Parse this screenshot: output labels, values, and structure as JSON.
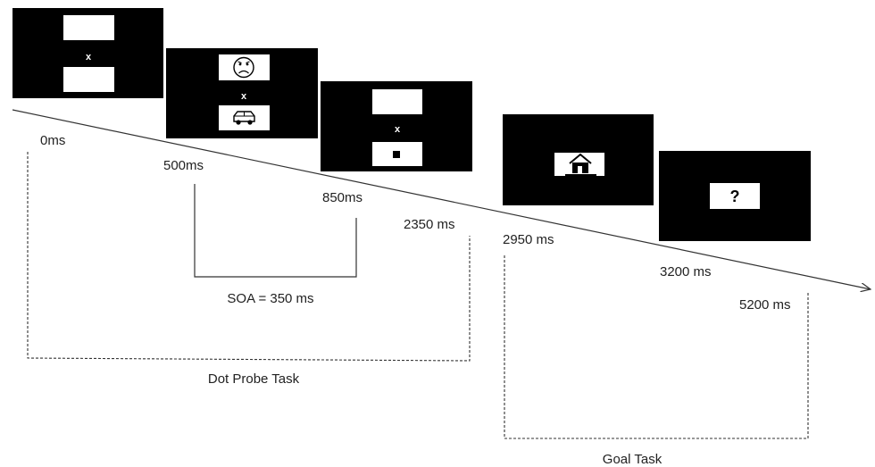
{
  "timeline": {
    "t0": "0ms",
    "t500": "500ms",
    "t850": "850ms",
    "t2350": "2350 ms",
    "t2950": "2950 ms",
    "t3200": "3200 ms",
    "t5200": "5200 ms"
  },
  "soa": {
    "label": "SOA = 350 ms"
  },
  "tasks": {
    "dot_probe": "Dot Probe Task",
    "goal": "Goal Task"
  },
  "screens": {
    "fixation": "x",
    "question": "?"
  },
  "icons": {
    "emotional_face": "sad-face-icon",
    "neutral_object": "car-icon",
    "probe": "dot-probe-square",
    "goal_image": "house-icon"
  },
  "colors": {
    "screen_bg": "#000000",
    "box": "#ffffff",
    "line": "#333333"
  }
}
